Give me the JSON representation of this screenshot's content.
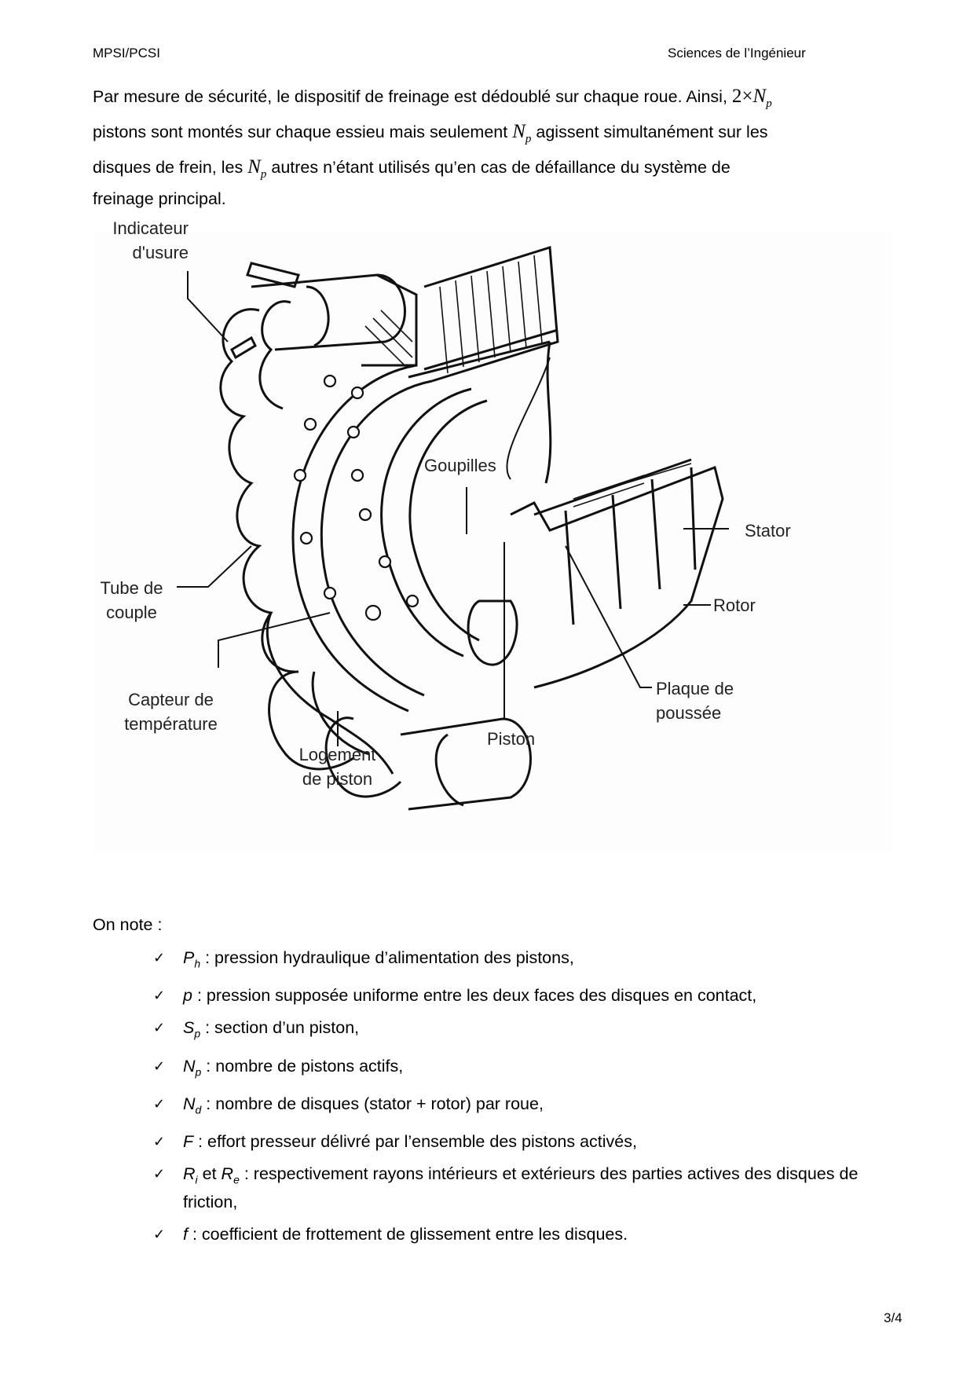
{
  "header": {
    "left": "MPSI/PCSI",
    "right": "Sciences de l’Ingénieur"
  },
  "intro": {
    "line1_text": "Par mesure de sécurité, le dispositif de freinage est dédoublé sur chaque roue. Ainsi, ",
    "line1_math_coef": "2×",
    "line1_math_var": "N",
    "line1_math_sub": "p",
    "line2_text_a": "pistons sont montés sur chaque essieu mais seulement ",
    "line2_math_var": "N",
    "line2_math_sub": "p",
    "line2_text_b": " agissent simultanément sur les",
    "line3_text_a": "disques de frein, les ",
    "line3_math_var": "N",
    "line3_math_sub": "p",
    "line3_text_b": " autres n’étant utilisés qu’en cas de défaillance du système de",
    "line4_text": "freinage principal."
  },
  "figure": {
    "labels": {
      "indicateur_1": "Indicateur",
      "indicateur_2": "d'usure",
      "goupilles": "Goupilles",
      "stator": "Stator",
      "tube_1": "Tube de",
      "tube_2": "couple",
      "rotor": "Rotor",
      "capteur_1": "Capteur de",
      "capteur_2": "température",
      "plaque_1": "Plaque de",
      "plaque_2": "poussée",
      "piston": "Piston",
      "logement_1": "Logement",
      "logement_2": "de piston"
    }
  },
  "notation": {
    "intro": "On note :",
    "items": [
      {
        "sym": "P",
        "sub": "h",
        "sym2": "",
        "sub2": "",
        "mid": "",
        "text": " : pression hydraulique d’alimentation des pistons,"
      },
      {
        "sym": "p",
        "sub": "",
        "sym2": "",
        "sub2": "",
        "mid": "",
        "text": " : pression supposée uniforme entre les deux faces des disques en contact,"
      },
      {
        "sym": "S",
        "sub": "p",
        "sym2": "",
        "sub2": "",
        "mid": "",
        "text": " : section d’un piston,"
      },
      {
        "sym": "N",
        "sub": "p",
        "sym2": "",
        "sub2": "",
        "mid": "",
        "text": " : nombre de pistons actifs,"
      },
      {
        "sym": "N",
        "sub": "d",
        "sym2": "",
        "sub2": "",
        "mid": "",
        "text": " : nombre de disques (stator + rotor) par roue,"
      },
      {
        "sym": "F",
        "sub": "",
        "sym2": "",
        "sub2": "",
        "mid": "",
        "text": " : effort presseur délivré par l’ensemble des pistons activés,"
      },
      {
        "sym": "R",
        "sub": "i",
        "mid": " et ",
        "sym2": "R",
        "sub2": "e",
        "text": " : respectivement rayons intérieurs et extérieurs des parties actives des disques de friction,"
      },
      {
        "sym": "f",
        "sub": "",
        "sym2": "",
        "sub2": "",
        "mid": "",
        "text": " : coefficient de frottement de glissement entre les disques."
      }
    ],
    "check_icon": "✓"
  },
  "footer": {
    "page": "3/4"
  }
}
